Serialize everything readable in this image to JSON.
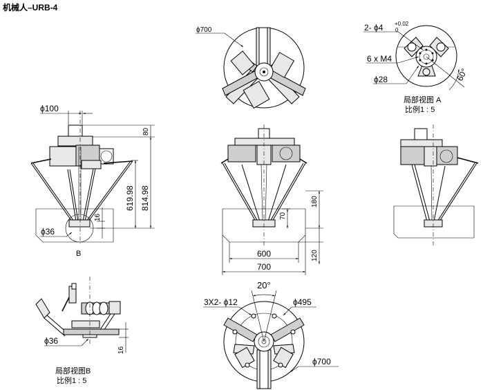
{
  "title": "机械人–URB-4",
  "view_top": {
    "dia_700": "ϕ700"
  },
  "view_detail_a": {
    "holes": "2- ϕ4",
    "tol_upper": "+0.02",
    "tol_lower": "0",
    "threads": "6 x M4",
    "dia_28": "ϕ28",
    "angle_60": "60°",
    "caption_1": "局部视图  A",
    "caption_2": "比例1 : 5"
  },
  "view_side_left": {
    "dia_100": "ϕ100",
    "dim_80": "80",
    "dim_619": "619.98",
    "dim_814": "814.98",
    "dim_16": "16",
    "dia_36": "ϕ36",
    "label_b": "B"
  },
  "view_front": {
    "dim_180": "180",
    "dim_70": "70",
    "dim_120": "120",
    "dim_600": "600",
    "dim_700": "700"
  },
  "view_detail_b": {
    "dia_36": "ϕ36",
    "dim_16": "16",
    "caption_1": "局部视图B",
    "caption_2": "比例1 : 5"
  },
  "view_bottom": {
    "angle_20": "20°",
    "holes": "3X2- ϕ12",
    "dia_495": "ϕ495",
    "dia_700": "ϕ700"
  }
}
